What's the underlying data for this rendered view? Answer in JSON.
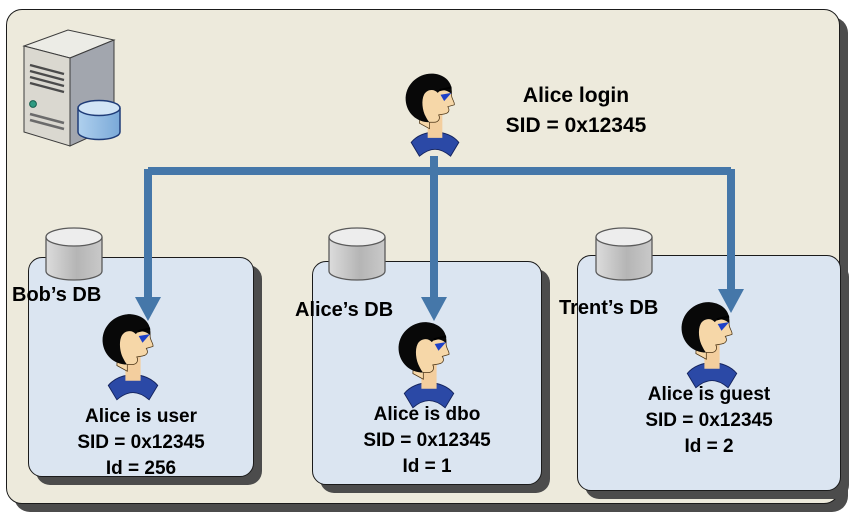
{
  "login": {
    "line1": "Alice login",
    "line2": "SID = 0x12345"
  },
  "databases": [
    {
      "label": "Bob’s DB",
      "line1": "Alice is user",
      "line2": "SID = 0x12345",
      "line3": "Id = 256"
    },
    {
      "label": "Alice’s DB",
      "line1": "Alice is dbo",
      "line2": "SID = 0x12345",
      "line3": "Id = 1"
    },
    {
      "label": "Trent’s DB",
      "line1": "Alice is guest",
      "line2": "SID = 0x12345",
      "line3": "Id = 2"
    }
  ],
  "icons": {
    "server": "server-icon",
    "database_cylinder": "database-cylinder-icon",
    "person": "person-icon"
  },
  "colors": {
    "panel_background": "#EDEADC",
    "db_box_background": "#DBE5F1",
    "arrow": "#4577A9",
    "shadow": "#4C4C4C",
    "text": "#000000"
  }
}
